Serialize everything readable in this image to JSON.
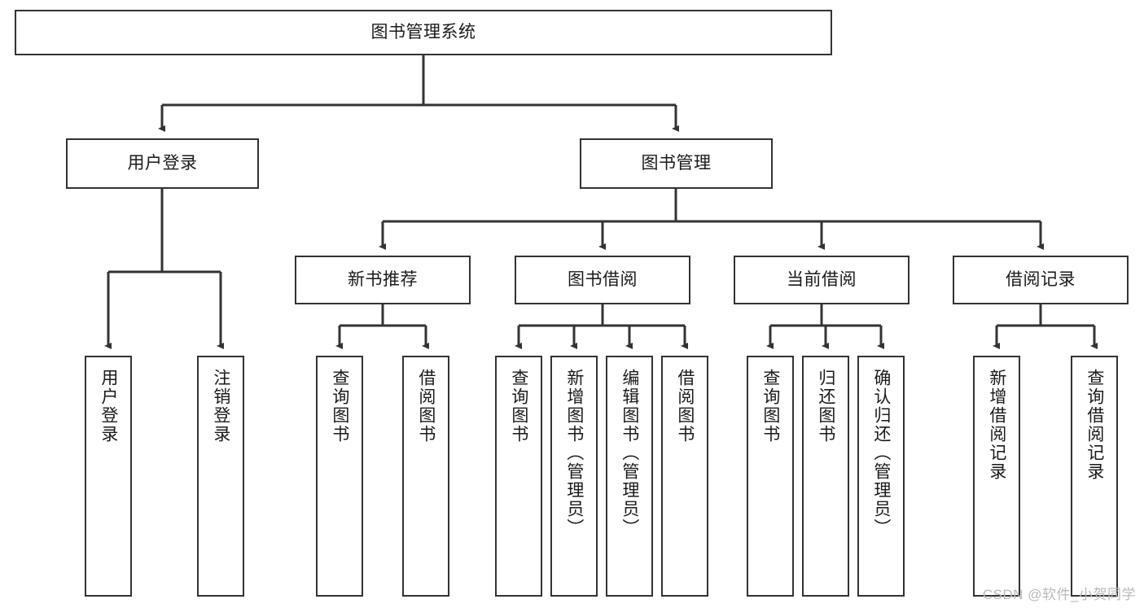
{
  "diagram": {
    "type": "org-chart",
    "title": "图书管理系统",
    "watermark": "CSDN @软件_小贺同学",
    "colors": {
      "box_border": "#333333",
      "box_fill": "#ffffff",
      "edge": "#333333",
      "text": "#1a1a1a",
      "watermark": "#b9b9b9"
    },
    "nodes": {
      "root": {
        "label": "图书管理系统",
        "level": 1,
        "orientation": "horizontal"
      },
      "user_login": {
        "label": "用户登录",
        "level": 2,
        "orientation": "horizontal"
      },
      "book_manage": {
        "label": "图书管理",
        "level": 2,
        "orientation": "horizontal"
      },
      "new_book_rec": {
        "label": "新书推荐",
        "level": 3,
        "orientation": "horizontal"
      },
      "book_borrow": {
        "label": "图书借阅",
        "level": 3,
        "orientation": "horizontal"
      },
      "current_borrow": {
        "label": "当前借阅",
        "level": 3,
        "orientation": "horizontal"
      },
      "borrow_record": {
        "label": "借阅记录",
        "level": 3,
        "orientation": "horizontal"
      },
      "leaf_user_login": {
        "label": "用户登录",
        "level": 4,
        "orientation": "vertical"
      },
      "leaf_logout": {
        "label": "注销登录",
        "level": 4,
        "orientation": "vertical"
      },
      "leaf_query_book_1": {
        "label": "查询图书",
        "level": 4,
        "orientation": "vertical"
      },
      "leaf_borrow_book_1": {
        "label": "借阅图书",
        "level": 4,
        "orientation": "vertical"
      },
      "leaf_query_book_2": {
        "label": "查询图书",
        "level": 4,
        "orientation": "vertical"
      },
      "leaf_add_book": {
        "label": "新增图书（管理员）",
        "level": 4,
        "orientation": "vertical"
      },
      "leaf_edit_book": {
        "label": "编辑图书（管理员）",
        "level": 4,
        "orientation": "vertical"
      },
      "leaf_borrow_book_2": {
        "label": "借阅图书",
        "level": 4,
        "orientation": "vertical"
      },
      "leaf_query_book_3": {
        "label": "查询图书",
        "level": 4,
        "orientation": "vertical"
      },
      "leaf_return_book": {
        "label": "归还图书",
        "level": 4,
        "orientation": "vertical"
      },
      "leaf_confirm_return": {
        "label": "确认归还（管理员）",
        "level": 4,
        "orientation": "vertical"
      },
      "leaf_add_record": {
        "label": "新增借阅记录",
        "level": 4,
        "orientation": "vertical"
      },
      "leaf_query_record": {
        "label": "查询借阅记录",
        "level": 4,
        "orientation": "vertical"
      }
    },
    "edges": [
      {
        "from": "root",
        "to": "user_login"
      },
      {
        "from": "root",
        "to": "book_manage"
      },
      {
        "from": "user_login",
        "to": "leaf_user_login"
      },
      {
        "from": "user_login",
        "to": "leaf_logout"
      },
      {
        "from": "book_manage",
        "to": "new_book_rec"
      },
      {
        "from": "book_manage",
        "to": "book_borrow"
      },
      {
        "from": "book_manage",
        "to": "current_borrow"
      },
      {
        "from": "book_manage",
        "to": "borrow_record"
      },
      {
        "from": "new_book_rec",
        "to": "leaf_query_book_1"
      },
      {
        "from": "new_book_rec",
        "to": "leaf_borrow_book_1"
      },
      {
        "from": "book_borrow",
        "to": "leaf_query_book_2"
      },
      {
        "from": "book_borrow",
        "to": "leaf_add_book"
      },
      {
        "from": "book_borrow",
        "to": "leaf_edit_book"
      },
      {
        "from": "book_borrow",
        "to": "leaf_borrow_book_2"
      },
      {
        "from": "current_borrow",
        "to": "leaf_query_book_3"
      },
      {
        "from": "current_borrow",
        "to": "leaf_return_book"
      },
      {
        "from": "current_borrow",
        "to": "leaf_confirm_return"
      },
      {
        "from": "borrow_record",
        "to": "leaf_add_record"
      },
      {
        "from": "borrow_record",
        "to": "leaf_query_record"
      }
    ]
  }
}
